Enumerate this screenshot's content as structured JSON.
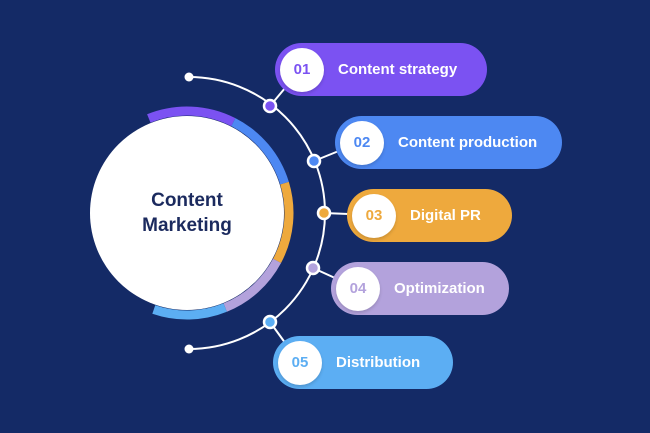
{
  "center": {
    "line1": "Content",
    "line2": "Marketing"
  },
  "steps": [
    {
      "number": "01",
      "label": "Content strategy",
      "color": "#7b52f2"
    },
    {
      "number": "02",
      "label": "Content production",
      "color": "#4d88f2"
    },
    {
      "number": "03",
      "label": "Digital PR",
      "color": "#eea93d"
    },
    {
      "number": "04",
      "label": "Optimization",
      "color": "#b3a2dc"
    },
    {
      "number": "05",
      "label": "Distribution",
      "color": "#5caef3"
    }
  ],
  "colors": {
    "background": "#142a66",
    "center_text": "#1b2a5e"
  }
}
